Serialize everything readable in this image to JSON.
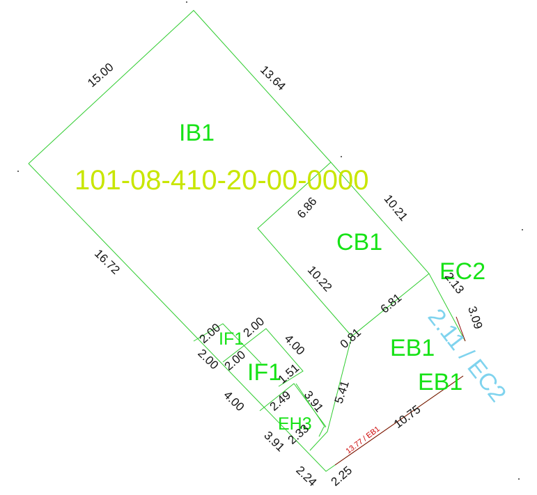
{
  "colors": {
    "boundary": "#2ecc2e",
    "zone_label": "#16e216",
    "parcel_id": "#c8e600",
    "dimension": "#111111",
    "cut_label": "#7fd3ee",
    "red_line": "#8b0000",
    "red_text": "#cc0000"
  },
  "parcel": {
    "id": "101-08-410-20-00-0000"
  },
  "zones": [
    {
      "key": "ib1",
      "text": "IB1"
    },
    {
      "key": "cb1",
      "text": "CB1"
    },
    {
      "key": "ec2",
      "text": "EC2"
    },
    {
      "key": "eb1a",
      "text": "EB1"
    },
    {
      "key": "eb1b",
      "text": "EB1"
    },
    {
      "key": "if1a",
      "text": "IF1"
    },
    {
      "key": "if1b",
      "text": "IF1"
    },
    {
      "key": "eh3",
      "text": "EH3"
    }
  ],
  "cut_label": {
    "text": "2.11 / EC2"
  },
  "red_label": {
    "text": "13.77 / EB1"
  },
  "dimensions": [
    "15.00",
    "13.64",
    "16.72",
    "6.86",
    "10.21",
    "10.22",
    "6.81",
    "2.13",
    "3.09",
    "0.81",
    "5.41",
    "2.00",
    "2.00",
    "2.00",
    "2.00",
    "4.00",
    "1.51",
    "2.49",
    "3.91",
    "4.00",
    "3.91",
    "2.33",
    "2.24",
    "2.25",
    "10.75"
  ]
}
